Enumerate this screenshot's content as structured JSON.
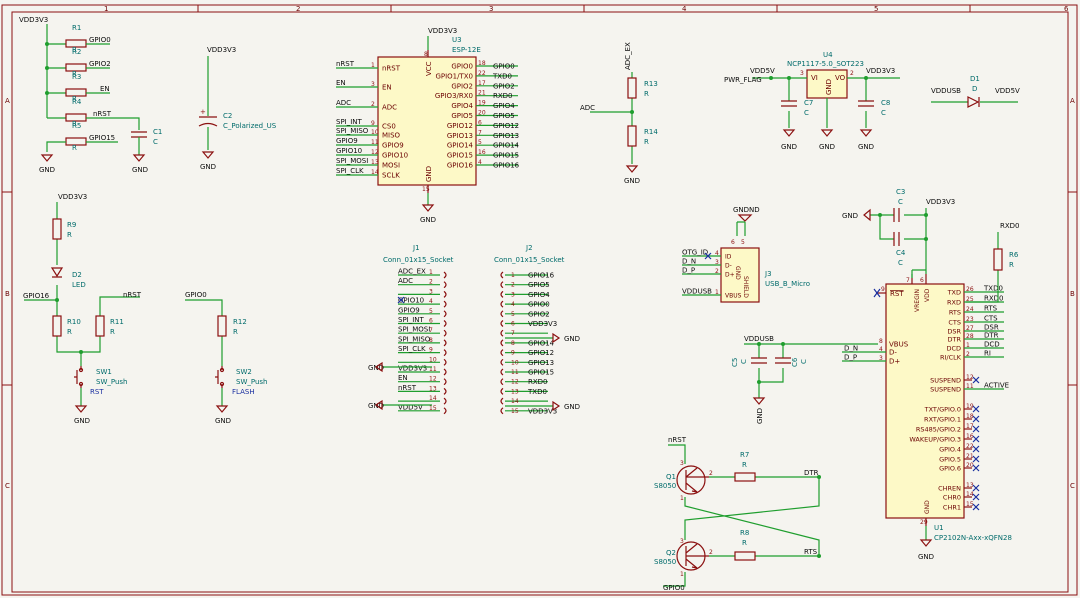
{
  "frame": {
    "cols": [
      "1",
      "2",
      "3",
      "4",
      "5",
      "6"
    ],
    "rows": [
      "A",
      "B",
      "C"
    ]
  },
  "power": {
    "vdd": "VDD3V3",
    "gnd": "GND",
    "vdd5": "VDD5V",
    "vddusb": "VDDUSB",
    "gndnd": "GNDND",
    "pwr_flag": "PWR_FLAG"
  },
  "pullups": [
    {
      "ref": "R1",
      "val": "R",
      "net": "GPIO0"
    },
    {
      "ref": "R2",
      "val": "R",
      "net": "GPIO2"
    },
    {
      "ref": "R3",
      "val": "R",
      "net": "EN"
    },
    {
      "ref": "R4",
      "val": "R",
      "net": "nRST"
    },
    {
      "ref": "R5",
      "val": "R",
      "net": "GPIO15"
    }
  ],
  "c1": {
    "ref": "C1",
    "val": "C"
  },
  "c2": {
    "ref": "C2",
    "val": "C_Polarized_US"
  },
  "u3": {
    "ref": "U3",
    "val": "ESP-12E",
    "left": [
      [
        "nRST",
        "1",
        "nRST"
      ],
      [
        "EN",
        "3",
        "EN"
      ],
      [
        "ADC",
        "2",
        "ADC"
      ],
      [
        "CS0",
        "9",
        "SPI_INT"
      ],
      [
        "MISO",
        "10",
        "SPI_MISO"
      ],
      [
        "GPIO9",
        "11",
        "GPIO9"
      ],
      [
        "GPIO10",
        "12",
        "GPIO10"
      ],
      [
        "MOSI",
        "13",
        "SPI_MOSI"
      ],
      [
        "SCLK",
        "14",
        "SPI_CLK"
      ]
    ],
    "right": [
      [
        "GPIO0",
        "18",
        "GPIO0"
      ],
      [
        "GPIO1/TX0",
        "22",
        "TXD0"
      ],
      [
        "GPIO2",
        "17",
        "GPIO2"
      ],
      [
        "GPIO3/RX0",
        "21",
        "RXD0"
      ],
      [
        "GPIO4",
        "19",
        "GPIO4"
      ],
      [
        "GPIO5",
        "20",
        "GPIO5"
      ],
      [
        "GPIO12",
        "6",
        "GPIO12"
      ],
      [
        "GPIO13",
        "7",
        "GPIO13"
      ],
      [
        "GPIO14",
        "5",
        "GPIO14"
      ],
      [
        "GPIO15",
        "16",
        "GPIO15"
      ],
      [
        "GPIO16",
        "4",
        "GPIO16"
      ]
    ],
    "vcc": "VCC",
    "vcc_pin": "8",
    "gnd": "GND",
    "gnd_pin": "15"
  },
  "divider": {
    "net_top": "ADC_EX",
    "net_mid": "ADC",
    "r_top": "R13",
    "r_bot": "R14",
    "val": "R"
  },
  "u4": {
    "ref": "U4",
    "val": "NCP1117-5.0_SOT223",
    "vi": "VI",
    "vo": "VO",
    "gnd": "GND",
    "p1": "3",
    "p2": "2",
    "p3": "1"
  },
  "c7": {
    "ref": "C7",
    "val": "C"
  },
  "c8": {
    "ref": "C8",
    "val": "C"
  },
  "d1": {
    "ref": "D1",
    "val": "D"
  },
  "led_block": {
    "r9": "R9",
    "d2": "D2",
    "d2_val": "LED",
    "r10": "R10",
    "r11": "R11",
    "net_gpio16": "GPIO16",
    "net_nrst": "nRST",
    "sw1": "SW1",
    "sw1_val": "SW_Push",
    "sw1_lab": "RST",
    "val": "R"
  },
  "flash_block": {
    "net": "GPIO0",
    "r12": "R12",
    "sw2": "SW2",
    "sw2_val": "SW_Push",
    "sw2_lab": "FLASH",
    "val": "R"
  },
  "j1": {
    "ref": "J1",
    "val": "Conn_01x15_Socket",
    "pins": [
      "ADC_EX",
      "ADC",
      "",
      "GPIO10",
      "GPIO9",
      "SPI_INT",
      "SPI_MOSI",
      "SPI_MISO",
      "SPI_CLK",
      "",
      "VDD3V3",
      "EN",
      "nRST",
      "",
      "VDD5V"
    ],
    "nums": [
      "1",
      "2",
      "3",
      "4",
      "5",
      "6",
      "7",
      "8",
      "9",
      "10",
      "11",
      "12",
      "13",
      "14",
      "15"
    ]
  },
  "j2": {
    "ref": "J2",
    "val": "Conn_01x15_Socket",
    "pins": [
      "GPIO16",
      "GPIO5",
      "GPIO4",
      "GPIO0",
      "GPIO2",
      "VDD3V3",
      "",
      "GPIO14",
      "GPIO12",
      "GPIO13",
      "GPIO15",
      "RXD0",
      "TXD0",
      "",
      "VDD3V3"
    ],
    "nums": [
      "1",
      "2",
      "3",
      "4",
      "5",
      "6",
      "7",
      "8",
      "9",
      "10",
      "11",
      "12",
      "13",
      "14",
      "15"
    ]
  },
  "j3": {
    "ref": "J3",
    "val": "USB_B_Micro",
    "pins": [
      [
        "OTG_ID",
        "ID",
        "4"
      ],
      [
        "D_N",
        "D-",
        "3"
      ],
      [
        "D_P",
        "D+",
        "2"
      ],
      [
        "VDDUSB",
        "VBUS",
        "1"
      ]
    ],
    "shield": "SHIELD",
    "gnd": "GND",
    "p6": "6",
    "p5": "5"
  },
  "u1": {
    "ref": "U1",
    "val": "CP2102N-Axx-xQFN28",
    "top_c3": "C3",
    "top_c4": "C4",
    "cval": "C",
    "rstb": "RST",
    "vregin": "VREGIN",
    "vdd": "VDD",
    "gnd": "GND",
    "rx_res": "RXD0",
    "r6": "R6",
    "r6val": "R",
    "right": [
      [
        "TXD",
        "26",
        "TXD0"
      ],
      [
        "RXD",
        "25",
        "RXD0"
      ],
      [
        "RTS",
        "24",
        "RTS"
      ],
      [
        "CTS",
        "23",
        "CTS"
      ],
      [
        "DSR",
        "27",
        "DSR"
      ],
      [
        "DTR",
        "28",
        "DTR"
      ],
      [
        "DCD",
        "1",
        "DCD"
      ],
      [
        "RI/CLK",
        "2",
        "RI"
      ],
      [
        "SUSPEND",
        "12",
        ""
      ],
      [
        "SUSPEND",
        "11",
        "ACTIVE"
      ],
      [
        "TXT/GPIO.0",
        "19",
        ""
      ],
      [
        "RXT/GPIO.1",
        "18",
        ""
      ],
      [
        "RS485/GPIO.2",
        "17",
        ""
      ],
      [
        "WAKEUP/GPIO.3",
        "16",
        ""
      ],
      [
        "GPIO.4",
        "22",
        ""
      ],
      [
        "GPIO.5",
        "21",
        ""
      ],
      [
        "GPIO.6",
        "20",
        ""
      ],
      [
        "CHREN",
        "13",
        ""
      ],
      [
        "CHR0",
        "14",
        ""
      ],
      [
        "CHR1",
        "15",
        ""
      ]
    ],
    "left": [
      [
        "VBUS",
        "8",
        "VDDUSB"
      ],
      [
        "D-",
        "4",
        "D_N"
      ],
      [
        "D+",
        "3",
        "D_P"
      ]
    ],
    "pin_vregin": "7",
    "pin_vdd": "6",
    "pin_gnd": "29",
    "pin_rst": "9"
  },
  "c5": {
    "ref": "C5",
    "val": "C"
  },
  "c6": {
    "ref": "C6",
    "val": "C"
  },
  "autoreset": {
    "q1": "Q1",
    "q1v": "S8050",
    "q2": "Q2",
    "q2v": "S8050",
    "r7": "R7",
    "r8": "R8",
    "val": "R",
    "nrst": "nRST",
    "gpio0": "GPIO0",
    "dtr": "DTR",
    "rts": "RTS",
    "p1": "1",
    "p2": "2",
    "p3": "3"
  }
}
